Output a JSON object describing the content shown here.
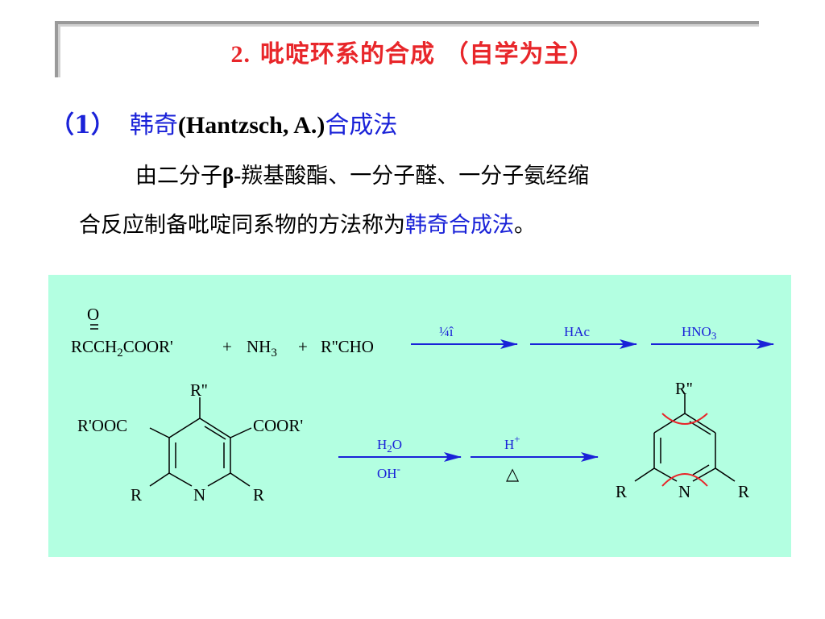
{
  "heading": {
    "number": "2.",
    "text": "吡啶环系的合成 （自学为主）"
  },
  "section": {
    "index": "（1）",
    "name_cn": "韩奇",
    "name_en": "(Hantzsch, A.)",
    "method": "合成法"
  },
  "description": {
    "line1_prefix": "由二分子",
    "beta": "β-",
    "line1_suffix": "羰基酸酯、一分子醛、一分子氨经缩",
    "line2_prefix": "合反应制备吡啶同系物的方法称为",
    "line2_highlight": "韩奇合成法",
    "line2_end": "。"
  },
  "reaction": {
    "reagent1_o": "O",
    "reagent1_main": "RCCH",
    "reagent1_sub": "2",
    "reagent1_tail": "COOR'",
    "plus1": "+",
    "nh3_main": "NH",
    "nh3_sub": "3",
    "plus2": "+",
    "aldehyde": "R''CHO",
    "arrow1_label": "¼î",
    "arrow2_label": "HAc",
    "arrow3_label_main": "HNO",
    "arrow3_label_sub": "3",
    "pyridine1": {
      "top": "R''",
      "left_sub": "R'OOC",
      "right_sub": "COOR'",
      "bottom_left": "R",
      "nitrogen": "N",
      "bottom_right": "R"
    },
    "arrow4_top_main": "H",
    "arrow4_top_sub": "2",
    "arrow4_top_tail": "O",
    "arrow4_bottom_main": "OH",
    "arrow4_bottom_sup": "-",
    "arrow5_top_main": "H",
    "arrow5_top_sup": "+",
    "arrow5_bottom": "△",
    "pyridine2": {
      "top": "R''",
      "bottom_left": "R",
      "nitrogen": "N",
      "bottom_right": "R"
    }
  }
}
